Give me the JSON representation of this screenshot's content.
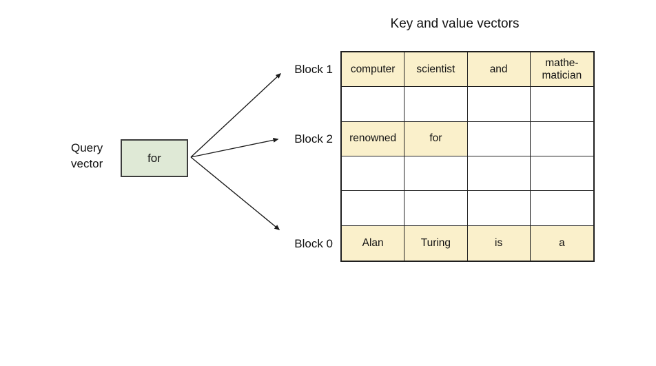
{
  "title": "Key and value vectors",
  "query": {
    "label": "Query\nvector",
    "token": "for"
  },
  "blocks": [
    {
      "label": "Block 1"
    },
    {
      "label": "Block 2"
    },
    {
      "label": "Block 0"
    }
  ],
  "table": {
    "rows": [
      {
        "cells": [
          {
            "text": "computer",
            "filled": true
          },
          {
            "text": "scientist",
            "filled": true
          },
          {
            "text": "and",
            "filled": true
          },
          {
            "text": "mathe-matician",
            "filled": true
          }
        ]
      },
      {
        "cells": [
          {
            "text": "",
            "filled": false
          },
          {
            "text": "",
            "filled": false
          },
          {
            "text": "",
            "filled": false
          },
          {
            "text": "",
            "filled": false
          }
        ]
      },
      {
        "cells": [
          {
            "text": "renowned",
            "filled": true
          },
          {
            "text": "for",
            "filled": true
          },
          {
            "text": "",
            "filled": false
          },
          {
            "text": "",
            "filled": false
          }
        ]
      },
      {
        "cells": [
          {
            "text": "",
            "filled": false
          },
          {
            "text": "",
            "filled": false
          },
          {
            "text": "",
            "filled": false
          },
          {
            "text": "",
            "filled": false
          }
        ]
      },
      {
        "cells": [
          {
            "text": "",
            "filled": false
          },
          {
            "text": "",
            "filled": false
          },
          {
            "text": "",
            "filled": false
          },
          {
            "text": "",
            "filled": false
          }
        ]
      },
      {
        "cells": [
          {
            "text": "Alan",
            "filled": true
          },
          {
            "text": "Turing",
            "filled": true
          },
          {
            "text": "is",
            "filled": true
          },
          {
            "text": "a",
            "filled": true
          }
        ]
      }
    ]
  },
  "colors": {
    "cell_fill": "#faf0cb",
    "query_fill": "#dfe9d6",
    "table_border": "#1f1f1f",
    "query_border": "#3c3c3c",
    "arrow": "#1a1a1a"
  }
}
